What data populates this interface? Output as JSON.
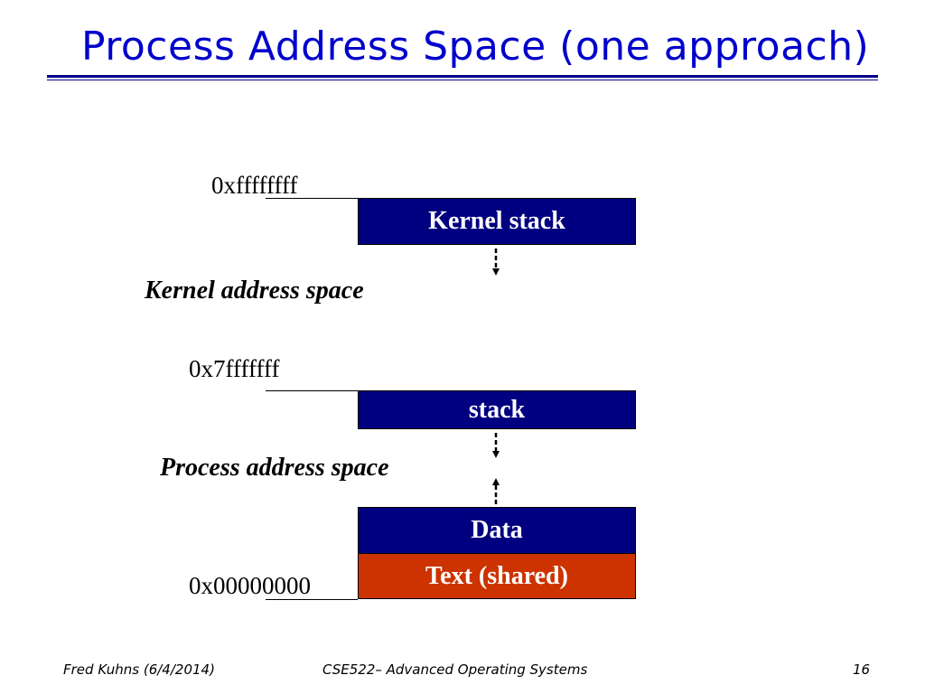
{
  "slide": {
    "title": "Process Address Space (one approach)"
  },
  "diagram": {
    "addresses": {
      "top": "0xffffffff",
      "user_top": "0x7fffffff",
      "bottom": "0x00000000"
    },
    "regions": {
      "kernel": "Kernel address space",
      "process": "Process address space"
    },
    "segments": {
      "kernel_stack": "Kernel stack",
      "stack": "stack",
      "data": "Data",
      "text": "Text (shared)"
    },
    "colors": {
      "segment_fill": "#000080",
      "text_segment_fill": "#cc3300",
      "title": "#0000cc"
    }
  },
  "footer": {
    "author": "Fred Kuhns (6/4/2014)",
    "course": "CSE522– Advanced Operating Systems",
    "page": "16"
  }
}
